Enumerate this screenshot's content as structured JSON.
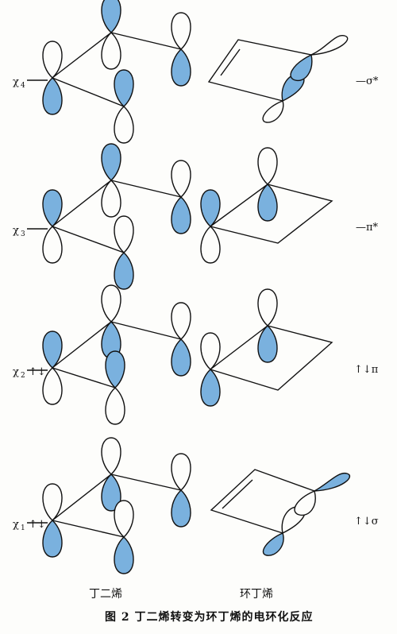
{
  "levels": [
    {
      "chi_label": "χ",
      "chi_index": "4",
      "electrons": "",
      "mo_label": "—σ*"
    },
    {
      "chi_label": "χ",
      "chi_index": "3",
      "electrons": "",
      "mo_label": "—π*"
    },
    {
      "chi_label": "χ",
      "chi_index": "2",
      "electrons": "↑↓",
      "mo_label": "↑↓π"
    },
    {
      "chi_label": "χ",
      "chi_index": "1",
      "electrons": "↑↓",
      "mo_label": "↑↓σ"
    }
  ],
  "captions": {
    "butadiene": "丁二烯",
    "cyclobutene": "环丁烯"
  },
  "figure_title": "图 2   丁二烯转变为环丁烯的电环化反应",
  "colors": {
    "lobe_fill": "#7ab1de",
    "line": "#111111",
    "background": "#fdfdfb"
  }
}
